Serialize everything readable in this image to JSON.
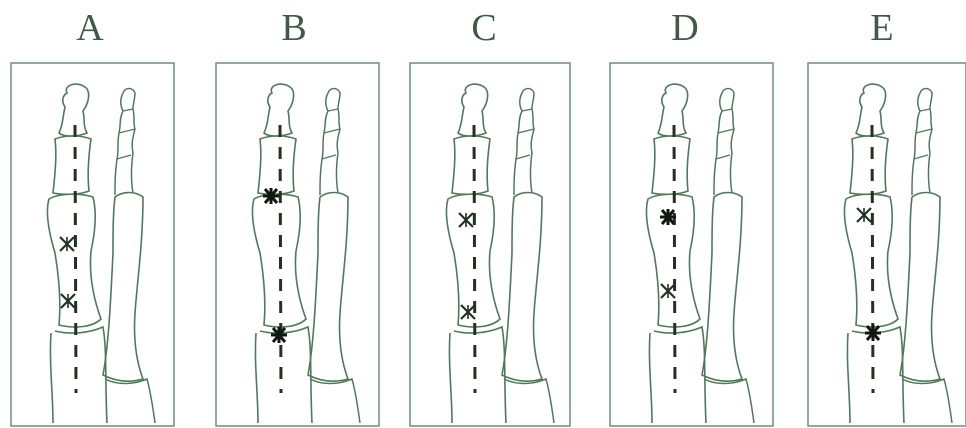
{
  "panels": [
    {
      "label": "A",
      "marks": [
        "x",
        "x"
      ]
    },
    {
      "label": "B",
      "marks": [
        "star",
        "star"
      ]
    },
    {
      "label": "C",
      "marks": [
        "x",
        "x"
      ]
    },
    {
      "label": "D",
      "marks": [
        "star",
        "x"
      ]
    },
    {
      "label": "E",
      "marks": [
        "x",
        "star"
      ]
    }
  ],
  "colors": {
    "line": "#4f7a5a",
    "mark": "#223322",
    "frame": "#6f8f77"
  }
}
